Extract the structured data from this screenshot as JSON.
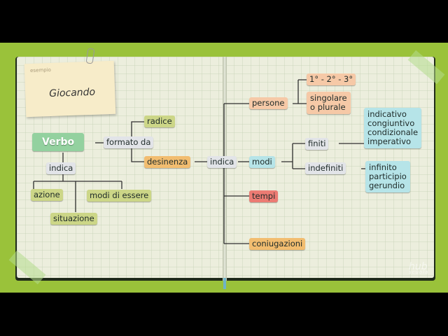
{
  "sticky_note": {
    "label": "esempio",
    "text": "Giocando"
  },
  "nodes": {
    "verbo": "Verbo",
    "formato_da": "formato da",
    "radice": "radice",
    "desinenza": "desinenza",
    "indica_left": "indica",
    "azione": "azione",
    "situazione": "situazione",
    "modi_di_essere": "modi di essere",
    "indica_center": "indica",
    "persone": "persone",
    "persone_values": "1° - 2° - 3°",
    "numero": [
      "singolare",
      "o plurale"
    ],
    "modi": "modi",
    "finiti": "finiti",
    "finiti_list": [
      "indicativo",
      "congiuntivo",
      "condizionale",
      "imperativo"
    ],
    "indefiniti": "indefiniti",
    "indefiniti_list": [
      "infinito",
      "participio",
      "gerundio"
    ],
    "tempi": "tempi",
    "coniugazioni": "coniugazioni"
  },
  "watermark": {
    "main": "hub",
    "sub": "scuola"
  },
  "colors": {
    "background": "#9ac23a",
    "verbo": "#93d19f",
    "olive": "#ccd687",
    "peach": "#f6c9a7",
    "red": "#ec7b73",
    "orange": "#f2bd70",
    "cyan": "#b6e4e8"
  }
}
